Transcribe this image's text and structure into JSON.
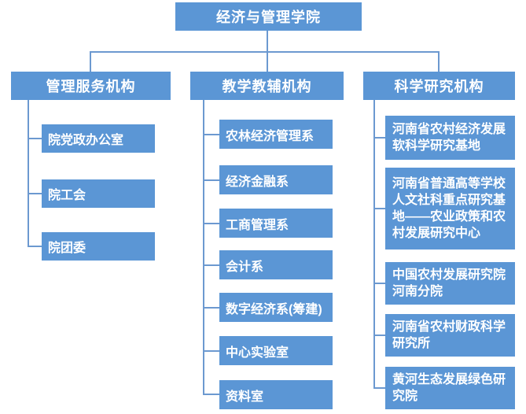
{
  "org_chart": {
    "root": "经济与管理学院",
    "branches": [
      {
        "header": "管理服务机构",
        "children": [
          "院党政办公室",
          "院工会",
          "院团委"
        ]
      },
      {
        "header": "教学教辅机构",
        "children": [
          "农林经济管理系",
          "经济金融系",
          "工商管理系",
          "会计系",
          "数字经济系(筹建)",
          "中心实验室",
          "资料室"
        ]
      },
      {
        "header": "科学研究机构",
        "children": [
          "河南省农村经济发展软科学研究基地",
          "河南省普通高等学校人文社科重点研究基地——农业政策和农村发展研究中心",
          "中国农村发展研究院河南分院",
          "河南省农村财政科学研究所",
          "黄河生态发展绿色研究院"
        ]
      }
    ],
    "colors": {
      "box_fill": "#5b96d5",
      "box_text": "#ffffff",
      "connector": "#6c99d0",
      "background": "#ffffff"
    }
  }
}
